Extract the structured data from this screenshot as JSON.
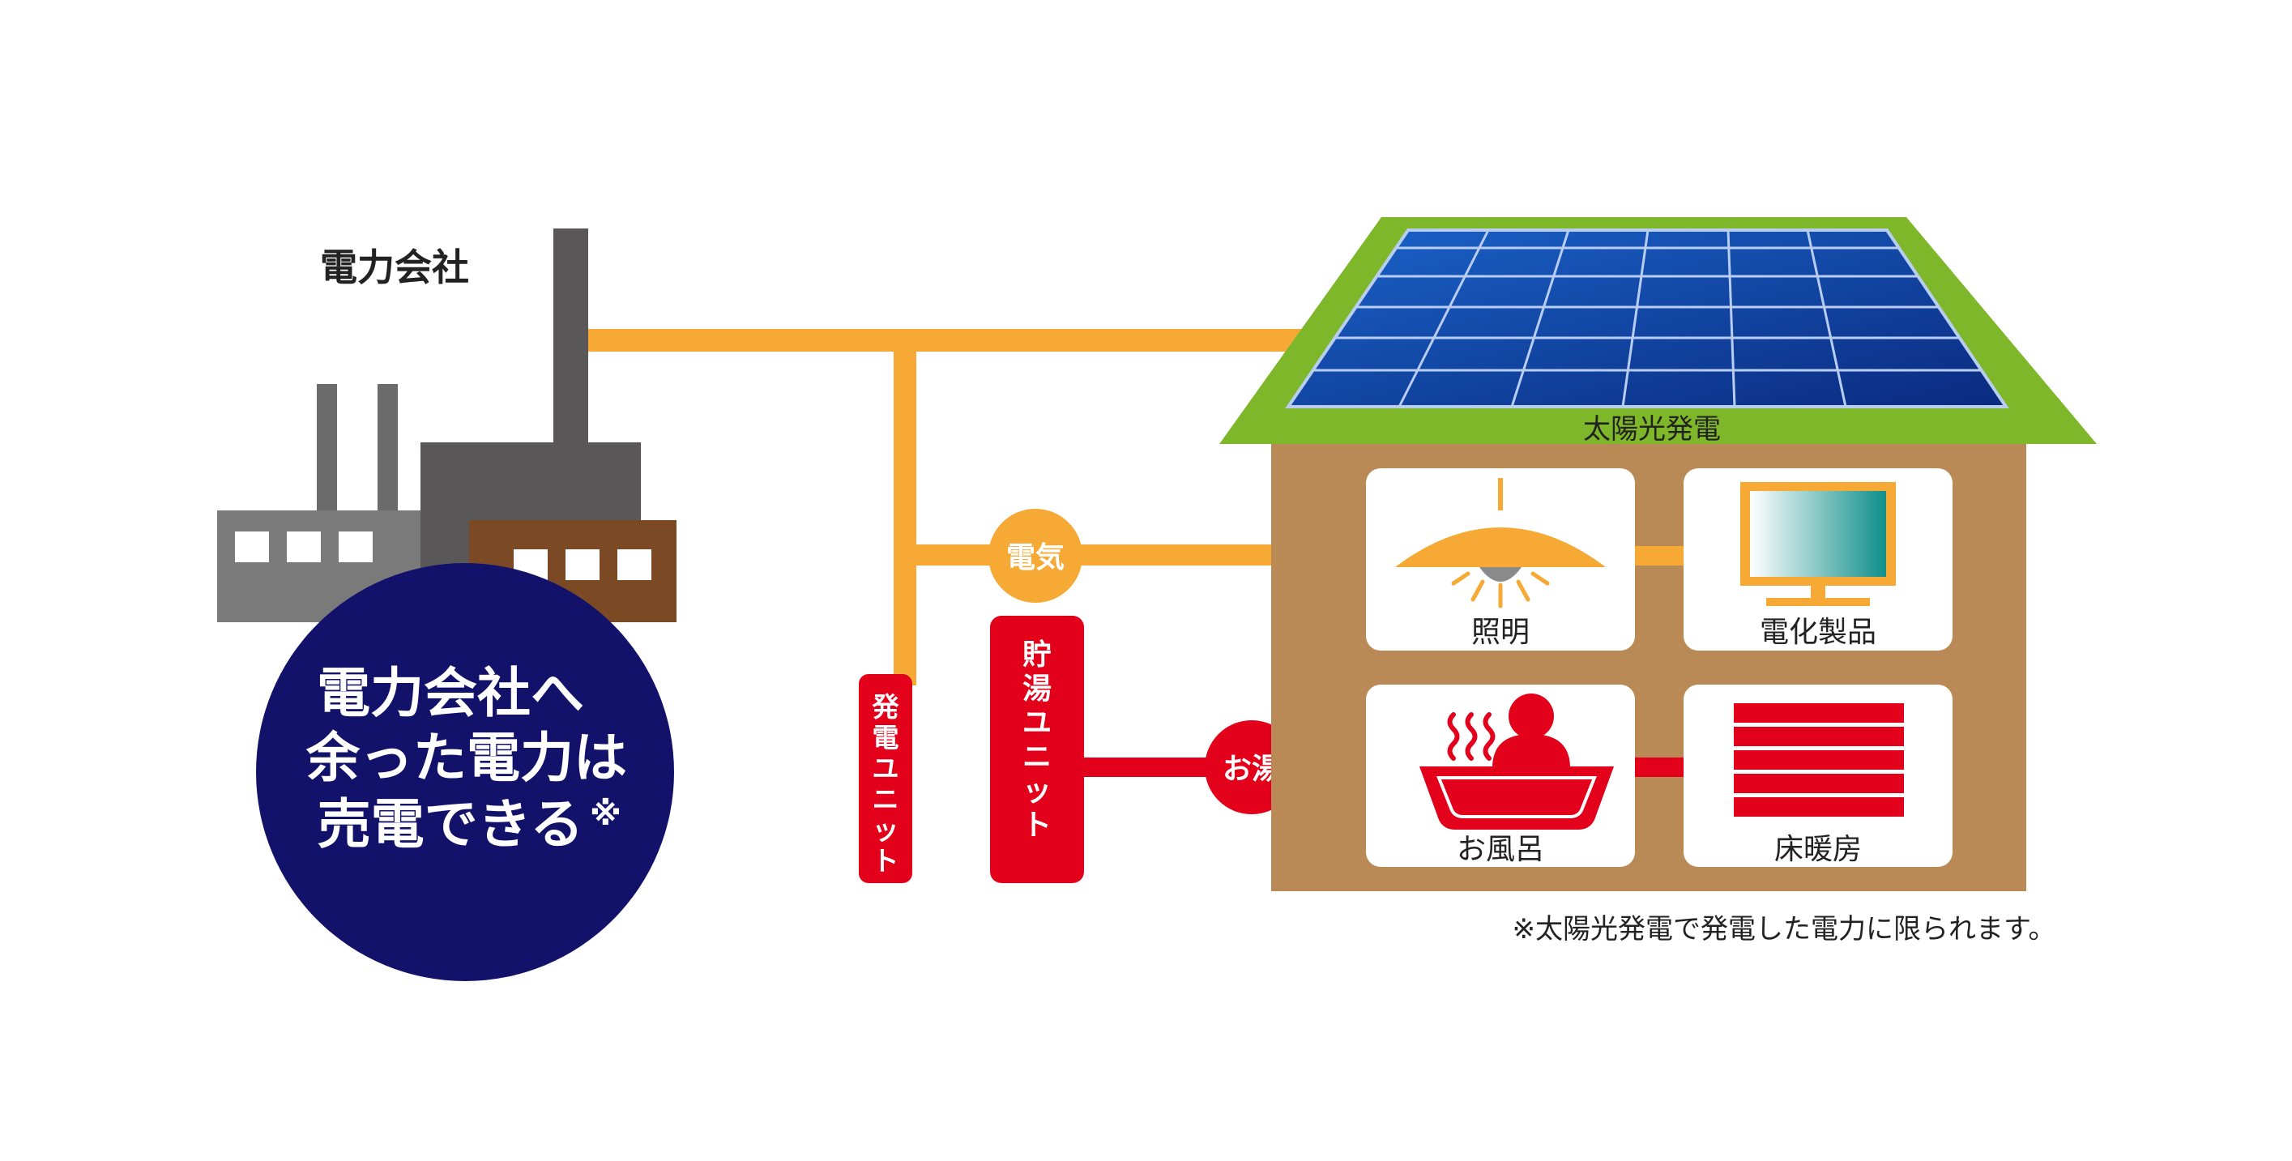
{
  "company": {
    "label": "電力会社",
    "sell_message": [
      "電力会社へ",
      "余った電力は",
      "売電できる"
    ],
    "sell_mark": "※"
  },
  "units": {
    "generation_unit": "発電ユニット",
    "hot_water_storage_unit": "貯湯ユニット"
  },
  "connectors": {
    "electricity": "電気",
    "hot_water": "お湯"
  },
  "house": {
    "solar_label": "太陽光発電",
    "rooms": [
      {
        "label": "照明"
      },
      {
        "label": "電化製品"
      },
      {
        "label": "お風呂"
      },
      {
        "label": "床暖房"
      }
    ]
  },
  "footnote": "※太陽光発電で発電した電力に限られます。",
  "colors": {
    "electric_line": "#f6a934",
    "hot_water_line": "#e2001a",
    "sell_circle": "#13126b",
    "house_wall": "#b98a55",
    "roof": "#7fb72a",
    "solar_panel": "#0b3d9a",
    "factory_gray": "#6b6b6b",
    "factory_dark": "#595757",
    "factory_brown": "#7b4a25"
  }
}
